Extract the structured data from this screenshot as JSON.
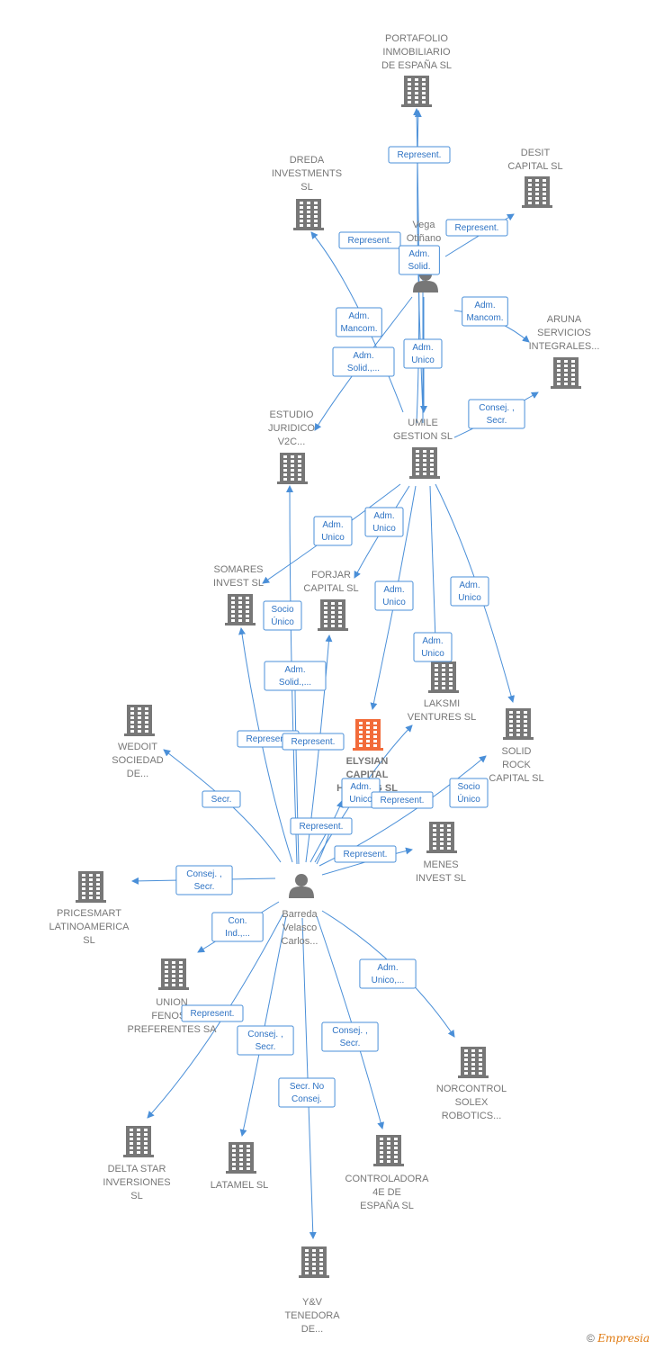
{
  "colors": {
    "edge": "#4a8fd8",
    "company": "#777777",
    "focus": "#f26b3a",
    "person": "#777777"
  },
  "footer": {
    "copyright": "©",
    "brand": "Empresia"
  },
  "nodes": [
    {
      "id": "portafolio",
      "type": "company",
      "label": [
        "PORTAFOLIO",
        "INMOBILIARIO",
        "DE ESPAÑA  SL"
      ]
    },
    {
      "id": "dreda",
      "type": "company",
      "label": [
        "DREDA",
        "INVESTMENTS",
        "SL"
      ]
    },
    {
      "id": "desit",
      "type": "company",
      "label": [
        "DESIT",
        "CAPITAL  SL"
      ]
    },
    {
      "id": "vega",
      "type": "person",
      "label": [
        "Vega",
        "Otiñano",
        ""
      ]
    },
    {
      "id": "aruna",
      "type": "company",
      "label": [
        "ARUNA",
        "SERVICIOS",
        "INTEGRALES..."
      ]
    },
    {
      "id": "estudio",
      "type": "company",
      "label": [
        "ESTUDIO",
        "JURIDICO",
        "V2C..."
      ]
    },
    {
      "id": "umile",
      "type": "company",
      "label": [
        "UMILE",
        "GESTION  SL"
      ]
    },
    {
      "id": "somares",
      "type": "company",
      "label": [
        "SOMARES",
        "INVEST  SL"
      ]
    },
    {
      "id": "forjar",
      "type": "company",
      "label": [
        "FORJAR",
        "CAPITAL  SL"
      ]
    },
    {
      "id": "laksmi",
      "type": "company",
      "label": [
        "LAKSMI",
        "VENTURES SL"
      ]
    },
    {
      "id": "wedoit",
      "type": "company",
      "label": [
        "WEDOIT",
        "SOCIEDAD",
        "DE..."
      ]
    },
    {
      "id": "solid",
      "type": "company",
      "label": [
        "SOLID",
        "ROCK",
        "CAPITAL  SL"
      ]
    },
    {
      "id": "elysian",
      "type": "focus",
      "label": [
        "ELYSIAN",
        "CAPITAL",
        "HOLDING  SL"
      ]
    },
    {
      "id": "menes",
      "type": "company",
      "label": [
        "MENES",
        "INVEST  SL"
      ]
    },
    {
      "id": "pricesmart",
      "type": "company",
      "label": [
        "PRICESMART",
        "LATINOAMERICA",
        "SL"
      ]
    },
    {
      "id": "barreda",
      "type": "person",
      "label": [
        "Barreda",
        "Velasco",
        "Carlos..."
      ]
    },
    {
      "id": "union",
      "type": "company",
      "label": [
        "UNION",
        "FENOSA",
        "PREFERENTES SA"
      ]
    },
    {
      "id": "norcontrol",
      "type": "company",
      "label": [
        "NORCONTROL",
        "SOLEX",
        "ROBOTICS..."
      ]
    },
    {
      "id": "delta",
      "type": "company",
      "label": [
        "DELTA STAR",
        "INVERSIONES",
        "SL"
      ]
    },
    {
      "id": "latamel",
      "type": "company",
      "label": [
        "LATAMEL  SL"
      ]
    },
    {
      "id": "controladora",
      "type": "company",
      "label": [
        "CONTROLADORA",
        "4E DE",
        "ESPAÑA  SL"
      ]
    },
    {
      "id": "yv",
      "type": "company",
      "label": [
        "Y&V",
        "TENEDORA",
        "DE..."
      ]
    }
  ],
  "edges": [
    {
      "id": "e1",
      "label": [
        "Represent."
      ]
    },
    {
      "id": "e2",
      "label": [
        "Represent."
      ]
    },
    {
      "id": "e3",
      "label": [
        "Represent."
      ]
    },
    {
      "id": "e4",
      "label": [
        "Adm.",
        "Solid."
      ]
    },
    {
      "id": "e5",
      "label": [
        "Adm.",
        "Mancom."
      ]
    },
    {
      "id": "e6",
      "label": [
        "Adm.",
        "Mancom."
      ]
    },
    {
      "id": "e7",
      "label": [
        "Adm.",
        "Solid.,..."
      ]
    },
    {
      "id": "e8",
      "label": [
        "Adm.",
        "Unico"
      ]
    },
    {
      "id": "e9",
      "label": [
        "Consej. ,",
        "Secr."
      ]
    },
    {
      "id": "e10",
      "label": [
        "Adm.",
        "Unico"
      ]
    },
    {
      "id": "e11",
      "label": [
        "Adm.",
        "Unico"
      ]
    },
    {
      "id": "e12",
      "label": [
        "Adm.",
        "Unico"
      ]
    },
    {
      "id": "e13",
      "label": [
        "Adm.",
        "Unico"
      ]
    },
    {
      "id": "e14",
      "label": [
        "Adm.",
        "Unico"
      ]
    },
    {
      "id": "e15",
      "label": [
        "Socio",
        "Único"
      ]
    },
    {
      "id": "e16",
      "label": [
        "Adm.",
        "Solid.,..."
      ]
    },
    {
      "id": "e17",
      "label": [
        "Represent."
      ]
    },
    {
      "id": "e18",
      "label": [
        "Represent."
      ]
    },
    {
      "id": "e19",
      "label": [
        "Secr."
      ]
    },
    {
      "id": "e20",
      "label": [
        "Adm.",
        "Unico"
      ]
    },
    {
      "id": "e21",
      "label": [
        "Represent."
      ]
    },
    {
      "id": "e22",
      "label": [
        "Socio",
        "Único"
      ]
    },
    {
      "id": "e23",
      "label": [
        "Represent."
      ]
    },
    {
      "id": "e24",
      "label": [
        "Represent."
      ]
    },
    {
      "id": "e25",
      "label": [
        "Consej. ,",
        "Secr."
      ]
    },
    {
      "id": "e26",
      "label": [
        "Con.",
        "Ind.,..."
      ]
    },
    {
      "id": "e27",
      "label": [
        "Adm.",
        "Unico,..."
      ]
    },
    {
      "id": "e28",
      "label": [
        "Represent."
      ]
    },
    {
      "id": "e29",
      "label": [
        "Consej. ,",
        "Secr."
      ]
    },
    {
      "id": "e30",
      "label": [
        "Consej. ,",
        "Secr."
      ]
    },
    {
      "id": "e31",
      "label": [
        "Secr.  No",
        "Consej."
      ]
    }
  ]
}
